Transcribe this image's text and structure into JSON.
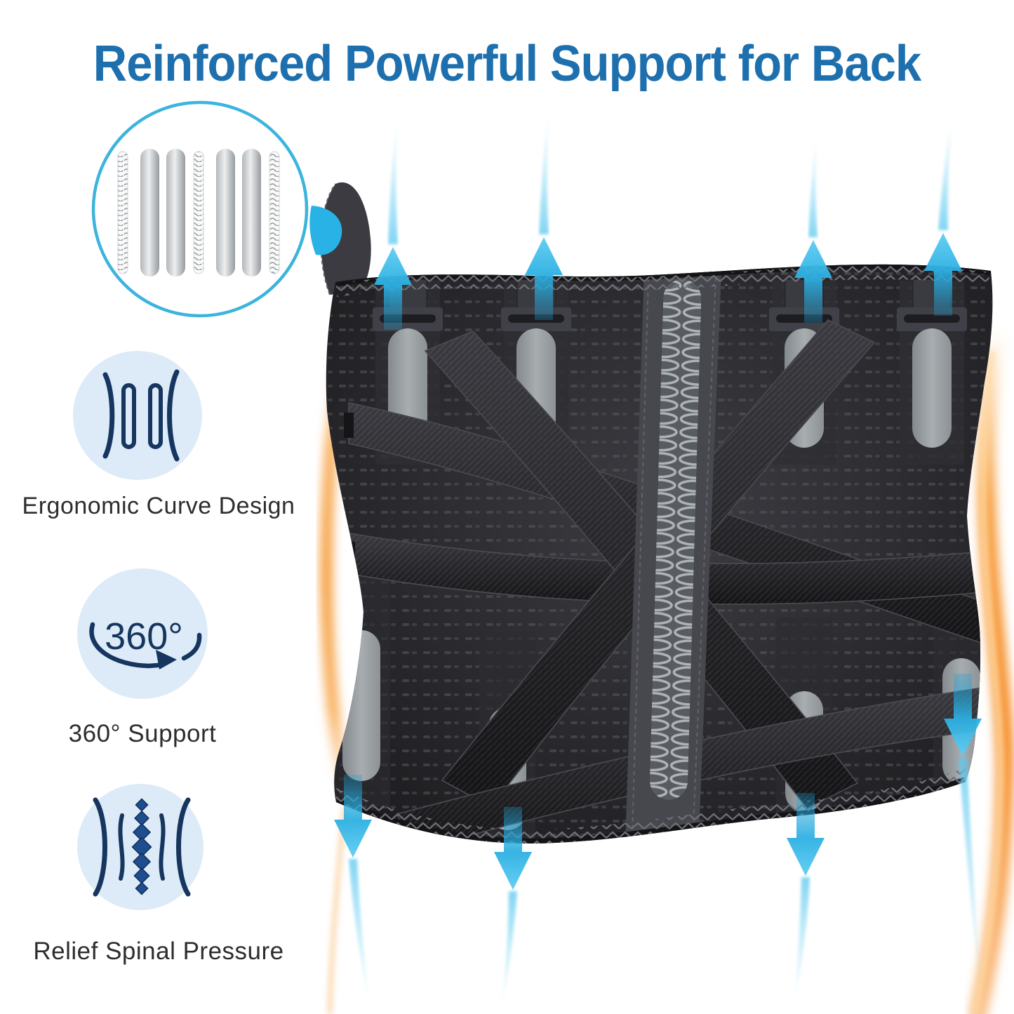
{
  "title": {
    "text": "Reinforced Powerful Support for Back"
  },
  "features": [
    {
      "label": "Ergonomic Curve Design",
      "icon": "ergonomic-curve-icon"
    },
    {
      "label": "360° Support",
      "icon": "rotation-360-icon",
      "icon_text": "360°"
    },
    {
      "label": "Relief Spinal Pressure",
      "icon": "spinal-relief-icon"
    }
  ],
  "inset": {
    "name": "support-stays-detail",
    "spring_count": 3,
    "stay_count": 4
  },
  "product": {
    "subject": "lumbar-back-brace",
    "up_arrow_count": 4,
    "down_arrow_count": 4
  },
  "colors": {
    "title_blue": "#1d6fae",
    "arrow_blue": "#2cb0e2",
    "inset_border": "#3cb4dd",
    "callout_drop": "#29b2e6",
    "icon_bg": "#dcebf7",
    "icon_stroke": "#16355f",
    "glow_orange": "#f6a143",
    "label_text": "#2d2d2d",
    "brace_black": "#242428"
  }
}
